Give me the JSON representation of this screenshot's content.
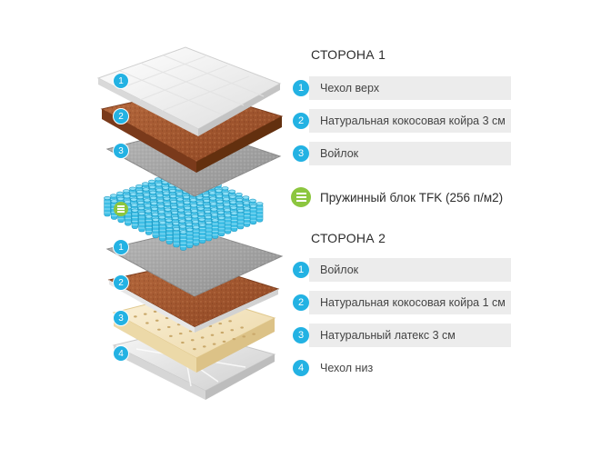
{
  "side1": {
    "title": "СТОРОНА 1",
    "items": [
      {
        "num": "1",
        "label": "Чехол верх"
      },
      {
        "num": "2",
        "label": "Натуральная кокосовая койра 3 см"
      },
      {
        "num": "3",
        "label": "Войлок"
      }
    ]
  },
  "spring_block": {
    "label": "Пружинный блок TFK (256 п/м2)",
    "icon": "spring-block-icon"
  },
  "side2": {
    "title": "СТОРОНА 2",
    "items": [
      {
        "num": "1",
        "label": "Войлок"
      },
      {
        "num": "2",
        "label": "Натуральная кокосовая койра 1 см"
      },
      {
        "num": "3",
        "label": "Натуральный латекс 3 см"
      },
      {
        "num": "4",
        "label": "Чехол низ"
      }
    ]
  },
  "colors": {
    "accent": "#23b2e3",
    "spring_icon": "#8cc63f",
    "legend_bar": "#ececec",
    "cover": "#f4f4f4",
    "coir": "#a4552f",
    "felt": "#a9a9a9",
    "latex": "#f6e8c7",
    "spring": "#4cc7ea"
  }
}
